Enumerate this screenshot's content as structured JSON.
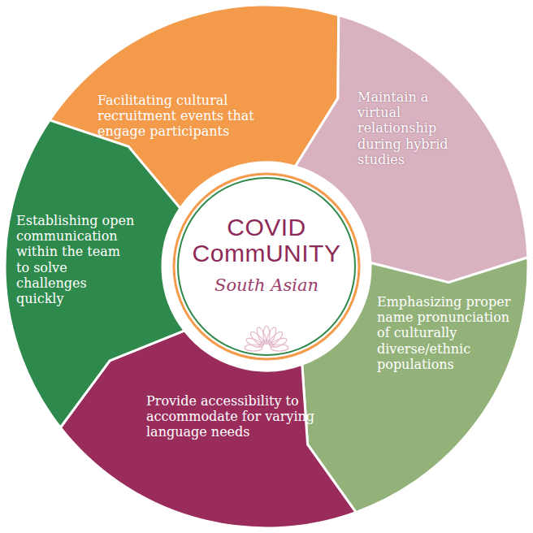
{
  "diagram": {
    "nodes": [
      {
        "text": [
          "Facilitating cultural recruitment events that engage participants"
        ]
      },
      {
        "text": [
          "Maintain a virtual relationship during hybrid studies"
        ]
      },
      {
        "text": [
          "Emphasizing proper name pronunciation of culturally diverse/ethnic populations"
        ]
      },
      {
        "text": [
          "Provide accessibility to accommodate for varying language needs"
        ]
      },
      {
        "text": [
          "Establishing open communication within the team to solve challenges quickly"
        ]
      },
      {
        "text": [
          "COVID CommUNITY",
          "South Asian"
        ]
      }
    ]
  }
}
